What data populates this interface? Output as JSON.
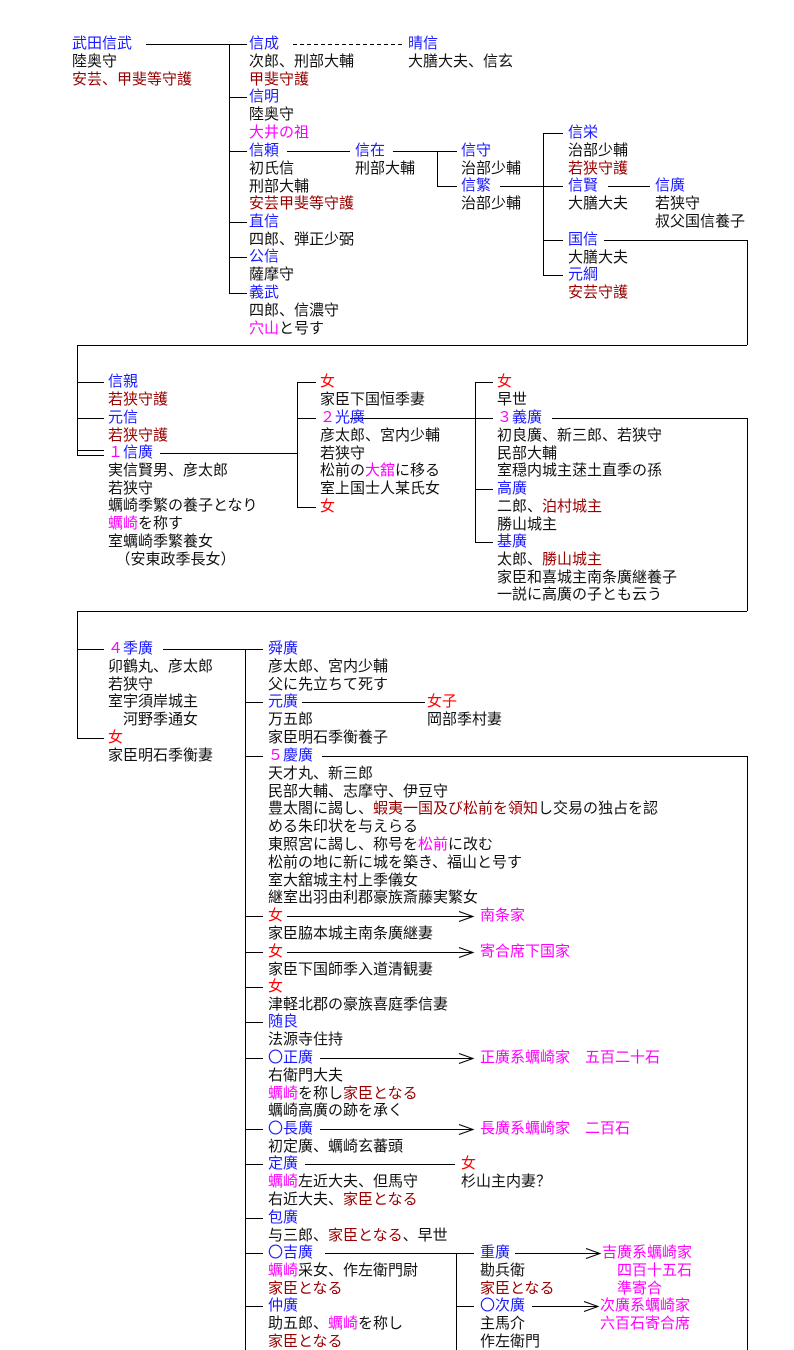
{
  "colors": {
    "k": "#111111",
    "b": "#1a1aff",
    "d": "#990000",
    "m": "#ff00ff",
    "r": "#ff0000"
  },
  "nodes": [
    {
      "id": "takeda-nobutake",
      "lines": [
        [
          {
            "t": "武田信武",
            "c": "b"
          }
        ],
        "陸奥守",
        [
          {
            "t": "安芸、甲斐等守護",
            "c": "d"
          }
        ]
      ]
    },
    {
      "id": "nobushige-nobunari",
      "lines": [
        [
          {
            "t": "信成",
            "c": "b"
          }
        ],
        "次郎、刑部大輔",
        [
          {
            "t": "甲斐守護",
            "c": "d"
          }
        ]
      ]
    },
    {
      "id": "harunobu",
      "lines": [
        [
          {
            "t": "晴信",
            "c": "b"
          }
        ],
        "大膳大夫、信玄"
      ]
    },
    {
      "id": "nobuaki",
      "lines": [
        [
          {
            "t": "信明",
            "c": "b"
          }
        ],
        "陸奥守",
        [
          {
            "t": "大井の祖",
            "c": "m"
          }
        ]
      ]
    },
    {
      "id": "nobuyori",
      "lines": [
        [
          {
            "t": "信頼",
            "c": "b"
          }
        ],
        "初氏信",
        "刑部大輔",
        [
          {
            "t": "安芸甲斐等守護",
            "c": "d"
          }
        ]
      ]
    },
    {
      "id": "nobuari",
      "lines": [
        [
          {
            "t": "信在",
            "c": "b"
          }
        ],
        "刑部大輔"
      ]
    },
    {
      "id": "naonobu",
      "lines": [
        [
          {
            "t": "直信",
            "c": "b"
          }
        ],
        "四郎、弾正少弼"
      ]
    },
    {
      "id": "kiminobu",
      "lines": [
        [
          {
            "t": "公信",
            "c": "b"
          }
        ],
        "薩摩守"
      ]
    },
    {
      "id": "yoshitake",
      "lines": [
        [
          {
            "t": "義武",
            "c": "b"
          }
        ],
        "四郎、信濃守",
        [
          {
            "t": "穴山",
            "c": "m"
          },
          {
            "t": "と号す",
            "c": "k"
          }
        ]
      ]
    },
    {
      "id": "nobumori",
      "lines": [
        [
          {
            "t": "信守",
            "c": "b"
          }
        ],
        "治部少輔"
      ]
    },
    {
      "id": "nobushige",
      "lines": [
        [
          {
            "t": "信繁",
            "c": "b"
          }
        ],
        "治部少輔"
      ]
    },
    {
      "id": "nobuhide",
      "lines": [
        [
          {
            "t": "信栄",
            "c": "b"
          }
        ],
        "治部少輔",
        [
          {
            "t": "若狭守護",
            "c": "d"
          }
        ]
      ]
    },
    {
      "id": "nobukata",
      "lines": [
        [
          {
            "t": "信賢",
            "c": "b"
          }
        ],
        "大膳大夫"
      ]
    },
    {
      "id": "nobuhiro-wakasa",
      "lines": [
        [
          {
            "t": "信廣",
            "c": "b"
          }
        ],
        "若狭守",
        "叔父国信養子"
      ]
    },
    {
      "id": "kuninobu",
      "lines": [
        [
          {
            "t": "国信",
            "c": "b"
          }
        ],
        "大膳大夫"
      ]
    },
    {
      "id": "mototsuna",
      "lines": [
        [
          {
            "t": "元綱",
            "c": "b"
          }
        ],
        [
          {
            "t": "安芸守護",
            "c": "d"
          }
        ]
      ]
    },
    {
      "id": "nobuchika",
      "lines": [
        [
          {
            "t": "信親",
            "c": "b"
          }
        ],
        [
          {
            "t": "若狭守護",
            "c": "d"
          }
        ]
      ]
    },
    {
      "id": "motonobu",
      "lines": [
        [
          {
            "t": "元信",
            "c": "b"
          }
        ],
        [
          {
            "t": "若狭守護",
            "c": "d"
          }
        ]
      ]
    },
    {
      "id": "1-nobuhiro",
      "lines": [
        [
          {
            "t": "１",
            "c": "m"
          },
          {
            "t": "信廣",
            "c": "b"
          }
        ],
        "実信賢男、彦太郎",
        "若狭守",
        "蠣崎季繁の養子となり",
        [
          {
            "t": "蠣崎",
            "c": "m"
          },
          {
            "t": "を称す",
            "c": "k"
          }
        ],
        "室蠣崎季繁養女",
        "　（安東政季長女）"
      ]
    },
    {
      "id": "daughter-shimokuni",
      "lines": [
        [
          {
            "t": "女",
            "c": "r"
          }
        ],
        "家臣下国恒季妻"
      ]
    },
    {
      "id": "2-mitsuhiro",
      "lines": [
        [
          {
            "t": "２",
            "c": "m"
          },
          {
            "t": "光廣",
            "c": "b"
          }
        ],
        "彦太郎、宮内少輔",
        "若狭守",
        [
          {
            "t": "松前の",
            "c": "k"
          },
          {
            "t": "大舘",
            "c": "m"
          },
          {
            "t": "に移る",
            "c": "k"
          }
        ],
        "室上国士人某氏女"
      ]
    },
    {
      "id": "daughter-2",
      "lines": [
        [
          {
            "t": "女",
            "c": "r"
          }
        ]
      ]
    },
    {
      "id": "daughter-early",
      "lines": [
        [
          {
            "t": "女",
            "c": "r"
          }
        ],
        "早世"
      ]
    },
    {
      "id": "3-yoshihiro",
      "lines": [
        [
          {
            "t": "３",
            "c": "m"
          },
          {
            "t": "義廣",
            "c": "b"
          }
        ],
        "初良廣、新三郎、若狭守",
        "民部大輔",
        "室穏内城主蒁土直季の孫"
      ]
    },
    {
      "id": "takahiro",
      "lines": [
        [
          {
            "t": "高廣",
            "c": "b"
          }
        ],
        [
          {
            "t": "二郎、",
            "c": "k"
          },
          {
            "t": "泊村城主",
            "c": "d"
          }
        ],
        "勝山城主"
      ]
    },
    {
      "id": "motohiro",
      "lines": [
        [
          {
            "t": "基廣",
            "c": "b"
          }
        ],
        [
          {
            "t": "太郎、",
            "c": "k"
          },
          {
            "t": "勝山城主",
            "c": "d"
          }
        ],
        "家臣和喜城主南条廣継養子",
        "一説に高廣の子とも云う"
      ]
    },
    {
      "id": "4-suehiro",
      "lines": [
        [
          {
            "t": "４",
            "c": "m"
          },
          {
            "t": "季廣",
            "c": "b"
          }
        ],
        "卯鶴丸、彦太郎",
        "若狭守",
        "室宇須岸城主",
        "　河野季通女"
      ]
    },
    {
      "id": "daughter-akashi",
      "lines": [
        [
          {
            "t": "女",
            "c": "r"
          }
        ],
        "家臣明石季衡妻"
      ]
    },
    {
      "id": "shunko",
      "lines": [
        [
          {
            "t": "舜廣",
            "c": "b"
          }
        ],
        "彦太郎、宮内少輔",
        "父に先立ちて死す"
      ]
    },
    {
      "id": "motohiro-2",
      "lines": [
        [
          {
            "t": "元廣",
            "c": "b"
          }
        ],
        "万五郎",
        "家臣明石季衡養子"
      ]
    },
    {
      "id": "daughter-okabe",
      "lines": [
        [
          {
            "t": "女子",
            "c": "r"
          }
        ],
        "岡部季村妻"
      ]
    },
    {
      "id": "5-yoshihiro",
      "lines": [
        [
          {
            "t": "５",
            "c": "m"
          },
          {
            "t": "慶廣",
            "c": "b"
          }
        ],
        "天才丸、新三郎",
        "民部大輔、志摩守、伊豆守",
        [
          {
            "t": "豊太閤に謁し、",
            "c": "k"
          },
          {
            "t": "蝦夷一国及び松前を領知",
            "c": "d"
          },
          {
            "t": "し交易の独占を認",
            "c": "k"
          }
        ],
        "める朱印状を与えらる",
        [
          {
            "t": "東照宮に謁し、称号を",
            "c": "k"
          },
          {
            "t": "松前",
            "c": "m"
          },
          {
            "t": "に改む",
            "c": "k"
          }
        ],
        "松前の地に新に城を築き、福山と号す",
        "室大舘城主村上季儀女",
        "継室出羽由利郡豪族斎藤実繁女"
      ]
    },
    {
      "id": "daughter-nanjo",
      "lines": [
        [
          {
            "t": "女",
            "c": "r"
          }
        ],
        "家臣脇本城主南条廣継妻"
      ]
    },
    {
      "id": "daughter-shimokuni-2",
      "lines": [
        [
          {
            "t": "女",
            "c": "r"
          }
        ],
        "家臣下国師季入道清観妻"
      ]
    },
    {
      "id": "daughter-kiniwa",
      "lines": [
        [
          {
            "t": "女",
            "c": "r"
          }
        ],
        "津軽北郡の豪族喜庭季信妻"
      ]
    },
    {
      "id": "zuiryo",
      "lines": [
        [
          {
            "t": "随良",
            "c": "b"
          }
        ],
        "法源寺住持"
      ]
    },
    {
      "id": "masahiro",
      "lines": [
        [
          {
            "t": "〇正廣",
            "c": "b"
          }
        ],
        "右衛門大夫",
        [
          {
            "t": "蠣崎",
            "c": "m"
          },
          {
            "t": "を称し",
            "c": "k"
          },
          {
            "t": "家臣となる",
            "c": "d"
          }
        ],
        "蠣崎高廣の跡を承く"
      ]
    },
    {
      "id": "nagahiro",
      "lines": [
        [
          {
            "t": "〇長廣",
            "c": "b"
          }
        ],
        "初定廣、蠣崎玄蕃頭"
      ]
    },
    {
      "id": "sadahiro",
      "lines": [
        [
          {
            "t": "定廣",
            "c": "b"
          }
        ],
        [
          {
            "t": "蠣崎",
            "c": "m"
          },
          {
            "t": "左近大夫、但馬守",
            "c": "k"
          }
        ],
        [
          {
            "t": "右近大夫、",
            "c": "k"
          },
          {
            "t": "家臣となる",
            "c": "d"
          }
        ]
      ]
    },
    {
      "id": "kanehiro",
      "lines": [
        [
          {
            "t": "包廣",
            "c": "b"
          }
        ],
        [
          {
            "t": "与三郎、",
            "c": "k"
          },
          {
            "t": "家臣となる",
            "c": "d"
          },
          {
            "t": "、早世",
            "c": "k"
          }
        ]
      ]
    },
    {
      "id": "yoshihiro-2",
      "lines": [
        [
          {
            "t": "〇吉廣",
            "c": "b"
          }
        ],
        [
          {
            "t": "蠣崎",
            "c": "m"
          },
          {
            "t": "采女、作左衛門尉",
            "c": "k"
          }
        ],
        [
          {
            "t": "家臣となる",
            "c": "d"
          }
        ]
      ]
    },
    {
      "id": "nakahiro",
      "lines": [
        [
          {
            "t": "仲廣",
            "c": "b"
          }
        ],
        [
          {
            "t": "助五郎、",
            "c": "k"
          },
          {
            "t": "蠣崎",
            "c": "m"
          },
          {
            "t": "を称し",
            "c": "k"
          }
        ],
        [
          {
            "t": "家臣となる",
            "c": "d"
          }
        ]
      ]
    },
    {
      "id": "daughter-sugiyama",
      "lines": [
        [
          {
            "t": "女",
            "c": "r"
          }
        ],
        "杉山主内妻？"
      ]
    },
    {
      "id": "shigehiro",
      "lines": [
        [
          {
            "t": "重廣",
            "c": "b"
          }
        ],
        "勘兵衛",
        [
          {
            "t": "家臣となる",
            "c": "d"
          }
        ]
      ]
    },
    {
      "id": "tsuguhiro",
      "lines": [
        [
          {
            "t": "〇次廣",
            "c": "b"
          }
        ],
        "主馬介",
        "作左衛門"
      ]
    },
    {
      "id": "label-nanjo-ke",
      "lines": [
        [
          {
            "t": "南条家",
            "c": "m"
          }
        ]
      ]
    },
    {
      "id": "label-yoriai-shimokuni",
      "lines": [
        [
          {
            "t": "寄合席下国家",
            "c": "m"
          }
        ]
      ]
    },
    {
      "id": "label-masahiro-line",
      "lines": [
        [
          {
            "t": "正廣系蠣崎家　五百二十石",
            "c": "m"
          }
        ]
      ]
    },
    {
      "id": "label-nagahiro-line",
      "lines": [
        [
          {
            "t": "長廣系蠣崎家　二百石",
            "c": "m"
          }
        ]
      ]
    },
    {
      "id": "label-yoshihiro-line",
      "lines": [
        [
          {
            "t": "吉廣系蠣崎家",
            "c": "m"
          }
        ],
        [
          {
            "t": "　四百十五石",
            "c": "m"
          }
        ],
        [
          {
            "t": "　準寄合",
            "c": "m"
          }
        ]
      ]
    },
    {
      "id": "label-tsuguhiro-line",
      "lines": [
        [
          {
            "t": "次廣系蠣崎家",
            "c": "m"
          }
        ],
        [
          {
            "t": "六百石寄合席",
            "c": "m"
          }
        ]
      ]
    }
  ]
}
